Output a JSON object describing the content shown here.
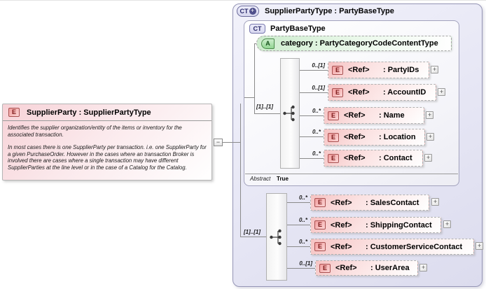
{
  "icons": {
    "plus": "+",
    "minus": "−",
    "ct_plus": "+"
  },
  "left_element": {
    "badge": "E",
    "title": "SupplierParty : SupplierPartyType",
    "description": [
      "Identifies the supplier organization/entity of the items or inventory for the associated transaction.",
      "In most cases there is one SupplierParty per transaction. i.e. one SupplierParty for a given PurchaseOrder. However in the cases where an transaction Broker is involved there are cases where a single transaction may have different SupplierParties at the line level or in the case of a Catalog for the Catalog."
    ]
  },
  "complex_type": {
    "badge": "CT",
    "title": "SupplierPartyType : PartyBaseType",
    "base_type": {
      "badge": "CT",
      "title": "PartyBaseType",
      "attribute": {
        "badge": "A",
        "label": "category : PartyCategoryCodeContentType"
      },
      "group_cardinality": "[1]..[1]",
      "elements": [
        {
          "badge": "E",
          "cardinality": "0..[1]",
          "ref": "<Ref>",
          "name": ": PartyIDs"
        },
        {
          "badge": "E",
          "cardinality": "0..[1]",
          "ref": "<Ref>",
          "name": ": AccountID"
        },
        {
          "badge": "E",
          "cardinality": "0..*",
          "ref": "<Ref>",
          "name": ": Name"
        },
        {
          "badge": "E",
          "cardinality": "0..*",
          "ref": "<Ref>",
          "name": ": Location"
        },
        {
          "badge": "E",
          "cardinality": "0..*",
          "ref": "<Ref>",
          "name": ": Contact"
        }
      ],
      "abstract_label": "Abstract",
      "abstract_value": "True"
    },
    "extension": {
      "group_cardinality": "[1]..[1]",
      "elements": [
        {
          "badge": "E",
          "cardinality": "0..*",
          "ref": "<Ref>",
          "name": ": SalesContact"
        },
        {
          "badge": "E",
          "cardinality": "0..*",
          "ref": "<Ref>",
          "name": ": ShippingContact"
        },
        {
          "badge": "E",
          "cardinality": "0..*",
          "ref": "<Ref>",
          "name": ": CustomerServiceContact"
        },
        {
          "badge": "E",
          "cardinality": "0..[1]",
          "ref": "<Ref>",
          "name": ": UserArea"
        }
      ]
    }
  },
  "colors": {
    "element_pink": "#f6c3c3",
    "attribute_green": "#cdeccd",
    "container_lavender": "#e7e7f5",
    "connector_gray": "#8a8a8a"
  }
}
